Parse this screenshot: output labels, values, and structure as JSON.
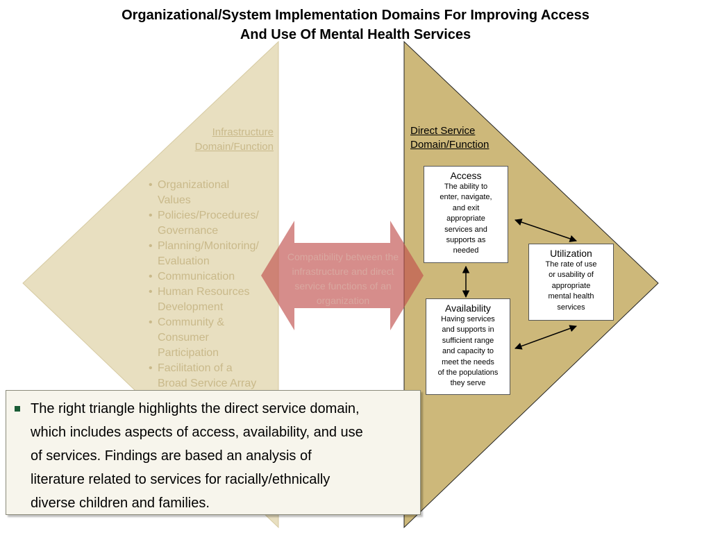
{
  "title": {
    "line1": "Organizational/System Implementation Domains For Improving Access",
    "line2": "And Use Of Mental Health Services"
  },
  "infrastructure": {
    "heading_line1": "Infrastructure",
    "heading_line2": "Domain/Function",
    "items": [
      [
        "Organizational",
        "Values"
      ],
      [
        "Policies/Procedures/",
        "Governance"
      ],
      [
        "Planning/Monitoring/",
        "Evaluation"
      ],
      [
        "Communication"
      ],
      [
        "Human Resources",
        "Development"
      ],
      [
        "Community &",
        "Consumer",
        "Participation"
      ],
      [
        "Facilitation of a",
        "Broad Service Array"
      ]
    ]
  },
  "compatibility": {
    "lines": [
      "Compatibility between the",
      "infrastructure and direct",
      "service functions of an",
      "organization"
    ]
  },
  "direct_service": {
    "heading_line1": "Direct Service",
    "heading_line2": "Domain/Function",
    "access": {
      "title": "Access",
      "lines": [
        "The ability to",
        "enter, navigate,",
        "and exit",
        "appropriate",
        "services and",
        "supports as",
        "needed"
      ]
    },
    "utilization": {
      "title": "Utilization",
      "lines": [
        "The rate of use",
        "or usability of",
        "appropriate",
        "mental health",
        "services"
      ]
    },
    "availability": {
      "title": "Availability",
      "lines": [
        "Having services",
        "and supports in",
        "sufficient range",
        "and capacity to",
        "meet the needs",
        "of the populations",
        "they serve"
      ]
    }
  },
  "note": {
    "lines": [
      "The right triangle highlights the direct service domain,",
      "which includes aspects of access, availability, and use",
      "of services.  Findings are based an analysis of",
      "literature related to services for racially/ethnically",
      "diverse children and families."
    ]
  },
  "colors": {
    "left_triangle": "#e8dfc0",
    "right_triangle": "#cdb87a",
    "arrow_fill": "#c0504d",
    "faded_text": "#c9b98a",
    "bullet": "#1a5c36"
  }
}
